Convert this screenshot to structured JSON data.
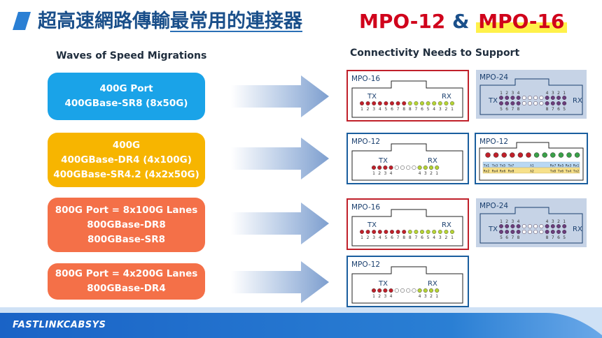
{
  "title": {
    "main_prefix": "超高速網路傳輸",
    "main_highlight": "最常用的連接器",
    "mpo12": "MPO-12",
    "amp": "&",
    "mpo16": "MPO-16"
  },
  "left_heading": "Waves of Speed Migrations",
  "right_heading": "Connectivity Needs to Support",
  "waves": [
    {
      "lines": [
        "400G Port",
        "400GBase-SR8 (8x50G)"
      ],
      "color": "#1aa3e8"
    },
    {
      "lines": [
        "400G",
        "400GBase-DR4 (4x100G)",
        "400GBase-SR4.2 (4x2x50G)"
      ],
      "color": "#f7b500"
    },
    {
      "lines": [
        "800G Port = 8x100G Lanes",
        "800GBase-DR8",
        "800GBase-SR8"
      ],
      "color": "#f47048"
    },
    {
      "lines": [
        "800G Port = 4x200G Lanes",
        "800GBase-DR4"
      ],
      "color": "#f47048"
    }
  ],
  "connectors": {
    "mpo16": {
      "label": "MPO-16",
      "tx": "TX",
      "rx": "RX",
      "numbers": [
        "1",
        "2",
        "3",
        "4",
        "5",
        "6",
        "7",
        "8",
        "8",
        "7",
        "6",
        "5",
        "4",
        "3",
        "2",
        "1"
      ]
    },
    "mpo12": {
      "label": "MPO-12",
      "tx": "TX",
      "rx": "RX",
      "numbers_left": [
        "1",
        "2",
        "3",
        "4"
      ],
      "numbers_right": [
        "4",
        "3",
        "2",
        "1"
      ]
    },
    "mpo24": {
      "label": "MPO-24",
      "tx": "TX",
      "rx": "RX",
      "top_left": [
        "1",
        "2",
        "3",
        "4"
      ],
      "top_right": [
        "4",
        "3",
        "2",
        "1"
      ],
      "bottom_left": [
        "5",
        "6",
        "7",
        "8"
      ],
      "bottom_right": [
        "8",
        "7",
        "6",
        "5"
      ]
    },
    "mpo12_lanes": {
      "label": "MPO-12",
      "top_row": [
        "Tx1",
        "Tx3",
        "Tx5",
        "Tx7",
        "λ1",
        "Rx7",
        "Rx5",
        "Rx3",
        "Rx1"
      ],
      "bottom_row": [
        "Rx2",
        "Rx4",
        "Rx6",
        "Rx8",
        "λ2",
        "Tx8",
        "Tx6",
        "Tx4",
        "Tx2"
      ]
    }
  },
  "footer": "FASTLINKCABSYS",
  "colors": {
    "title": "#1a4f8a",
    "red": "#d0021b",
    "fiber_red": "#c0202a",
    "fiber_green": "#b5d334",
    "panel_blue": "#1a5e9e",
    "panel_grey": "#c6d3e6",
    "fiber_purple": "#6b3d7a"
  }
}
